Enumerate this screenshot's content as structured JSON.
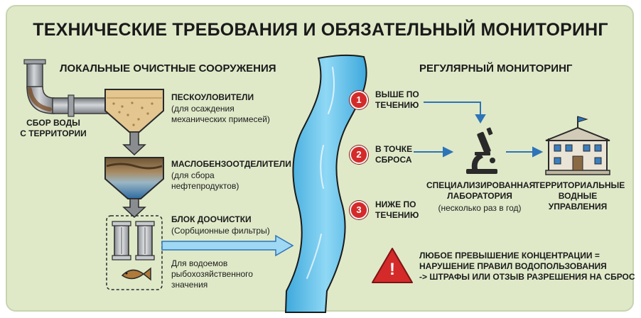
{
  "title": "ТЕХНИЧЕСКИЕ ТРЕБОВАНИЯ И ОБЯЗАТЕЛЬНЫЙ МОНИТОРИНГ",
  "left_section": {
    "heading": "ЛОКАЛЬНЫЕ ОЧИСТНЫЕ СООРУЖЕНИЯ",
    "intake_label": "СБОР ВОДЫ\nС ТЕРРИТОРИИ",
    "stages": [
      {
        "name": "ПЕСКОУЛОВИТЕЛИ",
        "desc": "(для осаждения\nмеханических примесей)"
      },
      {
        "name": "МАСЛОБЕНЗООТДЕЛИТЕЛИ",
        "desc": "(для сбора\nнефтепродуктов)"
      },
      {
        "name": "БЛОК ДООЧИСТКИ",
        "desc": "(Сорбционные фильтры)"
      }
    ],
    "outflow_note": "Для водоемов\nрыбохозяйственного\nзначения"
  },
  "right_section": {
    "heading": "РЕГУЛЯРНЫЙ МОНИТОРИНГ",
    "points": [
      {
        "num": "1",
        "label": "ВЫШЕ ПО\nТЕЧЕНИЮ"
      },
      {
        "num": "2",
        "label": "В ТОЧКЕ\nСБРОСА"
      },
      {
        "num": "3",
        "label": "НИЖЕ ПО\nТЕЧЕНИЮ"
      }
    ],
    "lab": {
      "name": "СПЕЦИАЛИЗИРОВАННАЯ\nЛАБОРАТОРИЯ",
      "note": "(несколько раз в год)"
    },
    "authority": "ТЕРРИТОРИАЛЬНЫЕ\nВОДНЫЕ\nУПРАВЛЕНИЯ"
  },
  "warning": {
    "text": "ЛЮБОЕ ПРЕВЫШЕНИЕ КОНЦЕНТРАЦИИ =\nНАРУШЕНИЕ ПРАВИЛ ВОДОПОЛЬЗОВАНИЯ\n-> ШТРАФЫ ИЛИ ОТЗЫВ РАЗРЕШЕНИЯ НА СБРОС",
    "symbol": "!"
  },
  "icons": {
    "pipe": "drain-pipe-icon",
    "sand_trap": "sand-tank-icon",
    "oil_separator": "oil-tank-icon",
    "filters": "filter-cartridge-icon",
    "fish": "fish-icon",
    "microscope": "microscope-icon",
    "building": "government-building-icon",
    "warning": "warning-triangle-icon"
  },
  "colors": {
    "background": "#dfe9c8",
    "river": "#5bc3ec",
    "badge": "#d42a2a",
    "arrow_blue": "#2d74b8"
  }
}
